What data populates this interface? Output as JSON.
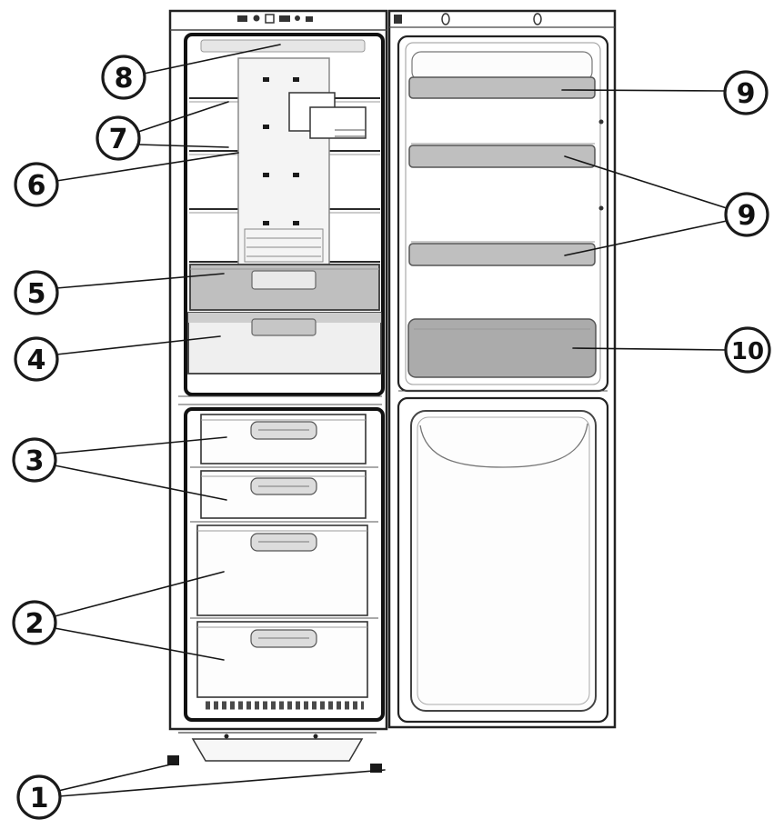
{
  "colors": {
    "line": "#1a1a1a",
    "shade": "#bfbfbf",
    "shade_dark": "#ababab",
    "handle_light": "#e9e9e9",
    "handle_gray": "#c6c6c6"
  },
  "callouts": [
    {
      "label": "1"
    },
    {
      "label": "2"
    },
    {
      "label": "3"
    },
    {
      "label": "4"
    },
    {
      "label": "5"
    },
    {
      "label": "6"
    },
    {
      "label": "7"
    },
    {
      "label": "8"
    },
    {
      "label": "9"
    },
    {
      "label": "9"
    },
    {
      "label": "10"
    }
  ]
}
